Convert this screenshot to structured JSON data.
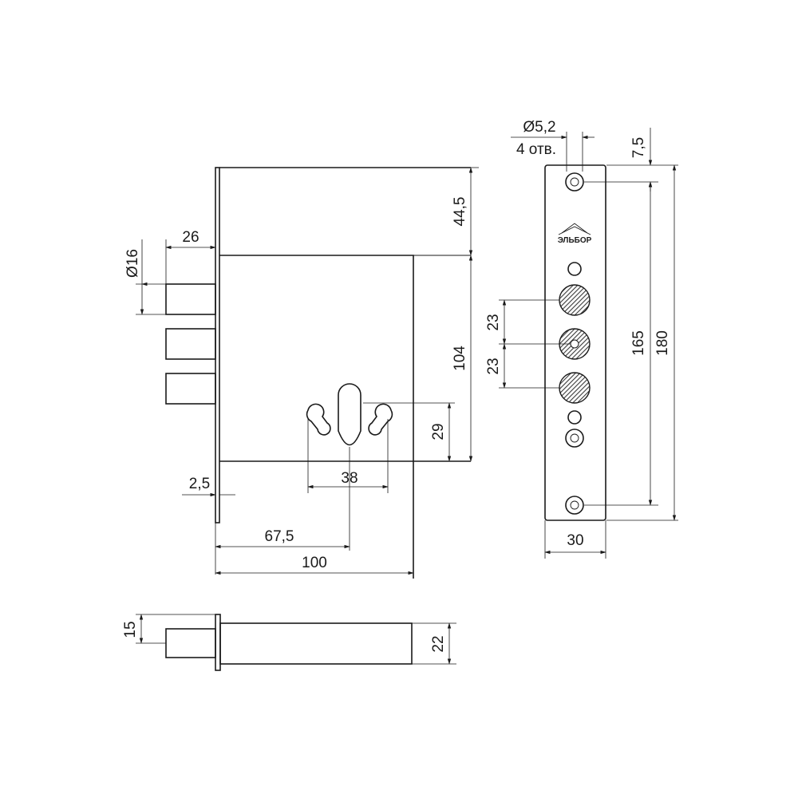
{
  "brand": "ЭЛЬБОР",
  "colors": {
    "line": "#1a1a1a",
    "hatch": "#3a3a3a",
    "background": "#ffffff"
  },
  "dims": {
    "bolt_dia": "Ø16",
    "bolt_projection": "26",
    "top_offset": "44,5",
    "spindle_height": "104",
    "cyl_height": "29",
    "cyl_spacing": "38",
    "face_thickness": "2,5",
    "backset": "67,5",
    "body_width": "100",
    "hole_dia": "Ø5,2",
    "hole_count": "4 отв.",
    "hole_offset": "7,5",
    "hole_spacing": "165",
    "faceplate_length": "180",
    "bolt_pitch_1": "23",
    "bolt_pitch_2": "23",
    "faceplate_width": "30",
    "bottom_bolt": "15",
    "body_thickness": "22"
  }
}
